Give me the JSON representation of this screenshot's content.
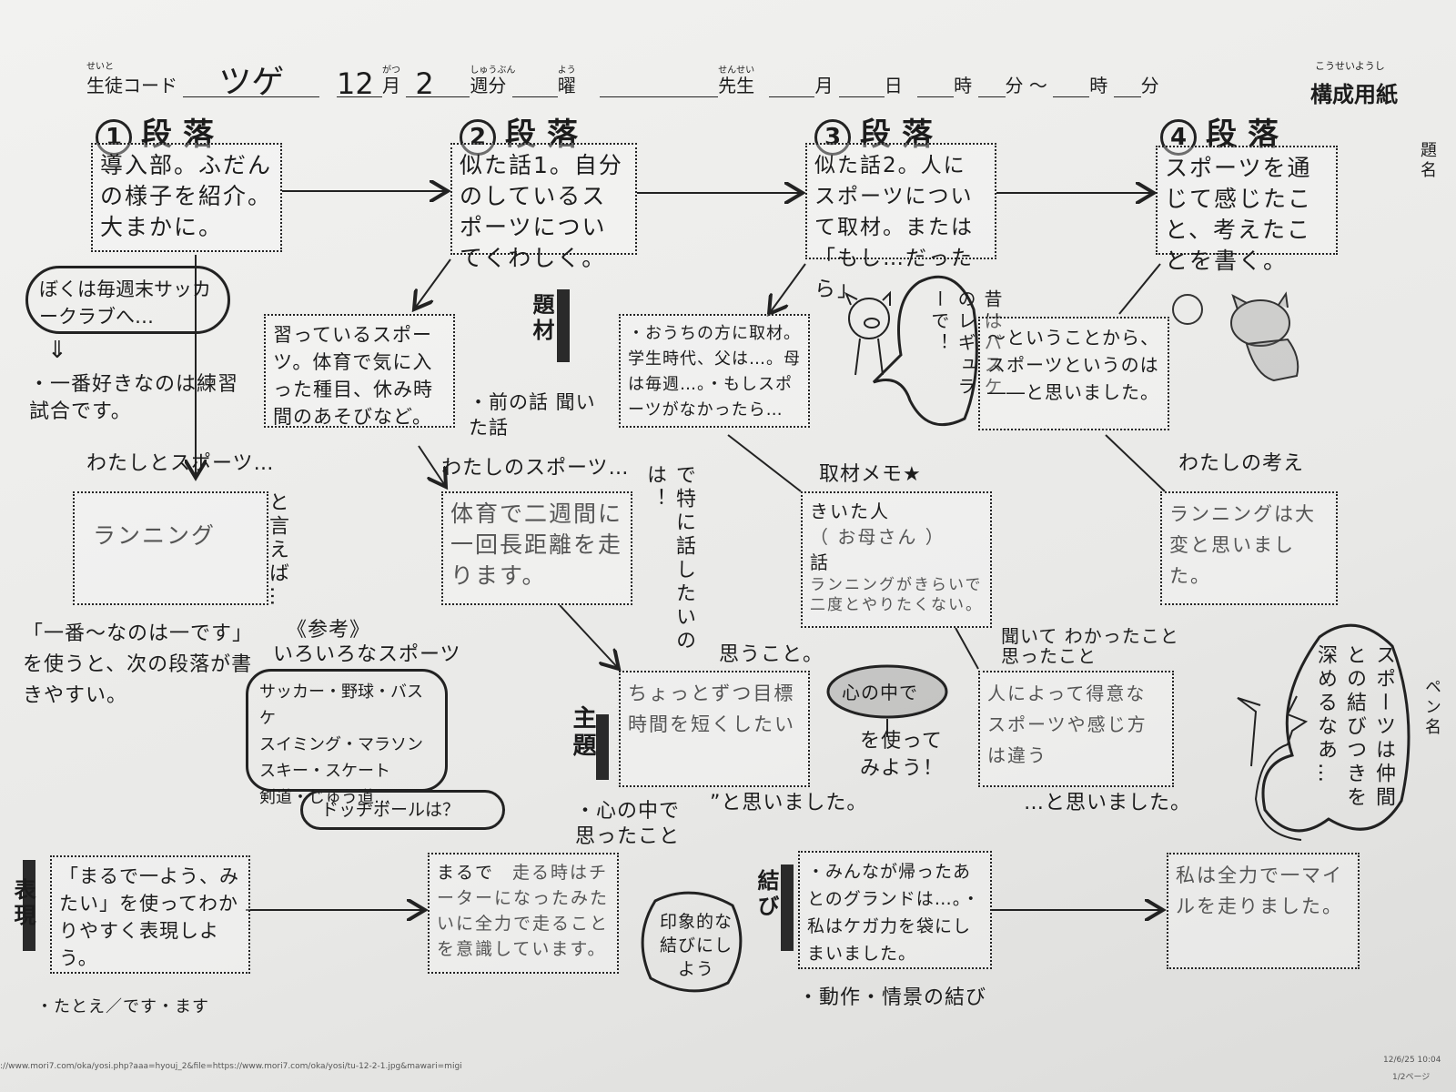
{
  "header": {
    "student_code_ruby": "せいと",
    "student_code_label": "生徒コード",
    "student_name": "ツゲ",
    "month_value": "12",
    "month_ruby": "がつ",
    "month_label": "月",
    "week_value": "2",
    "week_ruby": "しゅうぶん",
    "week_label": "週分",
    "day_ruby": "よう",
    "day_label": "曜",
    "teacher_ruby": "せんせい",
    "teacher_label": "先生",
    "m_label": "月",
    "d_label": "日",
    "h_label": "時",
    "min_label": "分",
    "tilde": "～",
    "h2_label": "時",
    "min2_label": "分",
    "sheet_ruby": "こうせいようし",
    "sheet_title": "構成用紙",
    "title_label": "題名",
    "pen_name_label": "ペン名"
  },
  "paragraphs": [
    {
      "num": "1",
      "label": "段落",
      "box": "導入部。ふだんの様子を紹介。大まかに。"
    },
    {
      "num": "2",
      "label": "段落",
      "box": "似た話1。自分のしているスポーツについてくわしく。"
    },
    {
      "num": "3",
      "label": "段落",
      "box": "似た話2。人にスポーツについて取材。または「もし…だったら」"
    },
    {
      "num": "4",
      "label": "段落",
      "box": "スポーツを通じて感じたこと、考えたことを書く。"
    }
  ],
  "examples": {
    "p1_cloud": "ぼくは毎週末サッカークラブへ…",
    "p1_arrow": "⇓",
    "p1_note": "・一番好きなのは練習試合です。",
    "p2_box": "習っているスポーツ。体育で気に入った種目、休み時間のあそびなど。",
    "topic_label": "題材",
    "p2_note": "・前の話 聞いた話",
    "p3_box": "・おうちの方に取材。学生時代、父は…。母は毎週…。・もしスポーツがなかったら…",
    "pig_bubble": "昔はバスケのレギュラーで！",
    "p4_box": "〜ということから、スポーツというのは――と思いました。"
  },
  "row2": {
    "c1_label": "わたしとスポーツ…",
    "c1_side": "と言えば…",
    "c1_answer": "ランニング",
    "c2_label": "わたしのスポーツ…",
    "c2_side": "で特に話したいのは！",
    "c2_answer": "体育で二週間に一回長距離を走ります。",
    "c3_label": "取材メモ★",
    "c3_who_label": "きいた人",
    "c3_who": "（ お母さん ）",
    "c3_talk_label": "話",
    "c3_talk": "ランニングがきらいで二度とやりたくない。",
    "c4_label": "わたしの考え",
    "c4_answer": "ランニングは大変と思いました。"
  },
  "row3": {
    "hint": "「一番〜なのは一です」を使うと、次の段落が書きやすい。",
    "ref_title": "《参考》",
    "ref_sub": "いろいろなスポーツ",
    "sports": [
      "サッカー・野球・バスケ",
      "スイミング・マラソン",
      "スキー・スケート",
      "剣道・じゅう道…"
    ],
    "dodge": "ドッヂボールは？",
    "theme_label": "主題",
    "omou": "思うこと。",
    "theme_answer": "ちょっとずつ目標時間を短くしたい",
    "to_omoimashita": "”と思いました。",
    "heart_oval": "心の中で",
    "heart_use": "を使ってみよう！",
    "kiite_label": "聞いて わかったこと 思ったこと",
    "kiite_answer": "人によって得意なスポーツや感じ方は違う",
    "to_omoimashita2": "…と思いました。",
    "dog_bubble": "スポーツは仲間との結びつきを深めるなあ…",
    "heart_note": "・心の中で思ったこと"
  },
  "row4": {
    "expr_label": "表現",
    "expr_box": "「まるで一よう、みたい」を使ってわかりやすく表現しよう。",
    "expr_note": "・たとえ／です・ます",
    "expr_answer_lead": "まるで",
    "expr_answer": "走る時はチーターになったみたいに全力で走ることを意識しています。",
    "impress": "印象的な結びにしよう",
    "end_label": "結び",
    "end_box": "・みんなが帰ったあとのグランドは…。・私はケガ力を袋にしまいました。",
    "end_note": "・動作・情景の結び",
    "end_answer": "私は全力で一マイルを走りました。"
  },
  "footer": {
    "url": "://www.mori7.com/oka/yosi.php?aaa=hyouj_2&file=https://www.mori7.com/oka/yosi/tu-12-2-1.jpg&mawari=migi",
    "date": "12/6/25 10:04",
    "page": "1/2ページ"
  }
}
